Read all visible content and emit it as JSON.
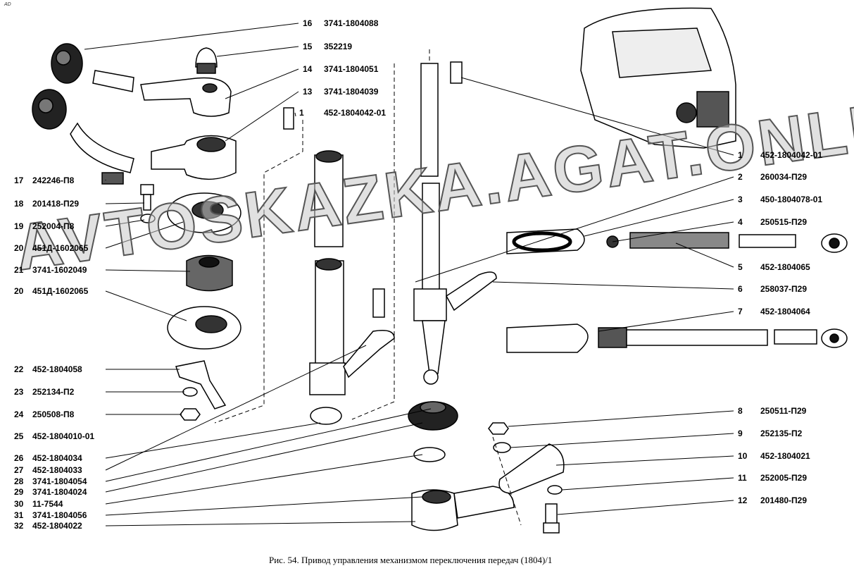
{
  "corner_mark": "AD",
  "caption": "Рис. 54. Привод управления механизмом переключения передач (1804)/1",
  "watermark": "AVTOSKAZKA.AGAT.ONLINE",
  "labels": [
    {
      "num": "16",
      "code": "3741-1804088"
    },
    {
      "num": "15",
      "code": "352219"
    },
    {
      "num": "14",
      "code": "3741-1804051"
    },
    {
      "num": "13",
      "code": "3741-1804039"
    },
    {
      "num": "1",
      "code": "452-1804042-01"
    },
    {
      "num": "17",
      "code": "242246-П8"
    },
    {
      "num": "18",
      "code": "201418-П29"
    },
    {
      "num": "19",
      "code": "252004-П8"
    },
    {
      "num": "20",
      "code": "451Д-1602065"
    },
    {
      "num": "21",
      "code": "3741-1602049"
    },
    {
      "num": "20",
      "code": "451Д-1602065"
    },
    {
      "num": "22",
      "code": "452-1804058"
    },
    {
      "num": "23",
      "code": "252134-П2"
    },
    {
      "num": "24",
      "code": "250508-П8"
    },
    {
      "num": "25",
      "code": "452-1804010-01"
    },
    {
      "num": "26",
      "code": "452-1804034"
    },
    {
      "num": "27",
      "code": "452-1804033"
    },
    {
      "num": "28",
      "code": "3741-1804054"
    },
    {
      "num": "29",
      "code": "3741-1804024"
    },
    {
      "num": "30",
      "code": "11-7544"
    },
    {
      "num": "31",
      "code": "3741-1804056"
    },
    {
      "num": "32",
      "code": "452-1804022"
    },
    {
      "num": "1",
      "code": "452-1804042-01"
    },
    {
      "num": "2",
      "code": "260034-П29"
    },
    {
      "num": "3",
      "code": "450-1804078-01"
    },
    {
      "num": "4",
      "code": "250515-П29"
    },
    {
      "num": "5",
      "code": "452-1804065"
    },
    {
      "num": "6",
      "code": "258037-П29"
    },
    {
      "num": "7",
      "code": "452-1804064"
    },
    {
      "num": "8",
      "code": "250511-П29"
    },
    {
      "num": "9",
      "code": "252135-П2"
    },
    {
      "num": "10",
      "code": "452-1804021"
    },
    {
      "num": "11",
      "code": "252005-П29"
    },
    {
      "num": "12",
      "code": "201480-П29"
    }
  ]
}
